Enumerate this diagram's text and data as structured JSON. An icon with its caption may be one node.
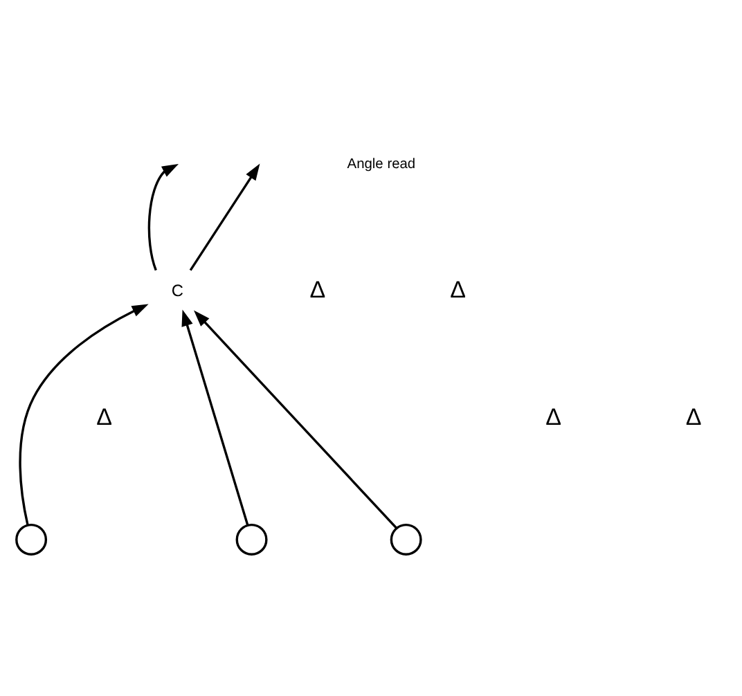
{
  "diagram": {
    "nodes": [
      {
        "text": [
          "C"
        ]
      },
      {
        "text": [],
        "shape": "circle"
      },
      {
        "text": [],
        "shape": "circle"
      },
      {
        "text": [],
        "shape": "circle"
      }
    ],
    "edges": [
      {
        "from": 0,
        "to": null,
        "arrow": "to"
      },
      {
        "from": 0,
        "to": null,
        "arrow": "to"
      },
      {
        "from": 1,
        "to": 0,
        "arrow": "to"
      },
      {
        "from": 2,
        "to": 0,
        "arrow": "to"
      },
      {
        "from": 3,
        "to": 0,
        "arrow": "to"
      }
    ],
    "labels": [
      "Angle read",
      "Δ",
      "Δ",
      "Δ",
      "Δ",
      "Δ"
    ]
  }
}
